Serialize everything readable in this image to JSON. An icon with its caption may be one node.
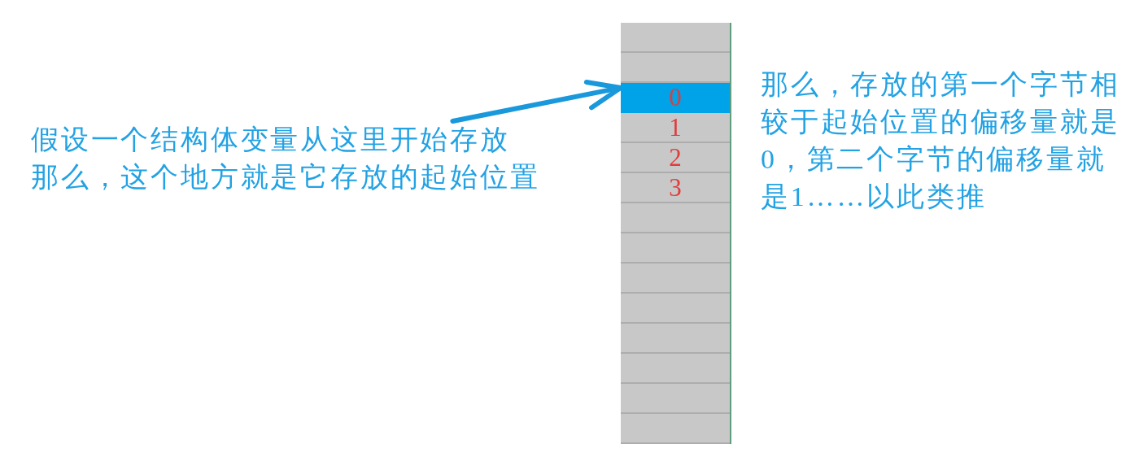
{
  "diagram": {
    "nodes": [
      {
        "text": [],
        "shape": "box"
      },
      {
        "text": [],
        "shape": "box"
      },
      {
        "text": [
          "0"
        ]
      },
      {
        "text": [
          "1"
        ]
      },
      {
        "text": [
          "2"
        ]
      },
      {
        "text": [
          "3"
        ]
      },
      {
        "text": [],
        "shape": "box"
      },
      {
        "text": [],
        "shape": "box"
      },
      {
        "text": [],
        "shape": "box"
      },
      {
        "text": [],
        "shape": "box"
      },
      {
        "text": [],
        "shape": "box"
      },
      {
        "text": [],
        "shape": "box"
      },
      {
        "text": [],
        "shape": "box"
      },
      {
        "text": [],
        "shape": "box"
      },
      {
        "text": [
          "假设一个结构体变量从这里开始存放",
          "那么，这个地方就是它存放的起始位置"
        ]
      }
    ],
    "edges": [
      {
        "from": 14,
        "to": 2,
        "arrow": "to"
      }
    ],
    "labels": [
      "那么，存放的第一个字节相较于起始位置的偏移量就是0，第二个字节的偏移量就是1……以此类推"
    ]
  }
}
